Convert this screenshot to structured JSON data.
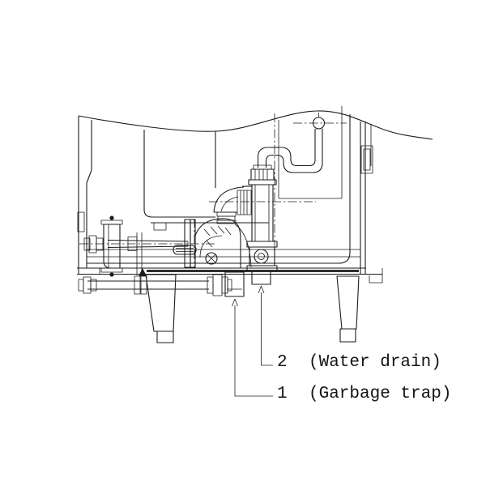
{
  "colors": {
    "line": "#1c1c1c",
    "background": "#ffffff",
    "text": "#141414"
  },
  "callouts": [
    {
      "number": "2",
      "label": "(Water drain)"
    },
    {
      "number": "1",
      "label": "(Garbage trap)"
    }
  ]
}
